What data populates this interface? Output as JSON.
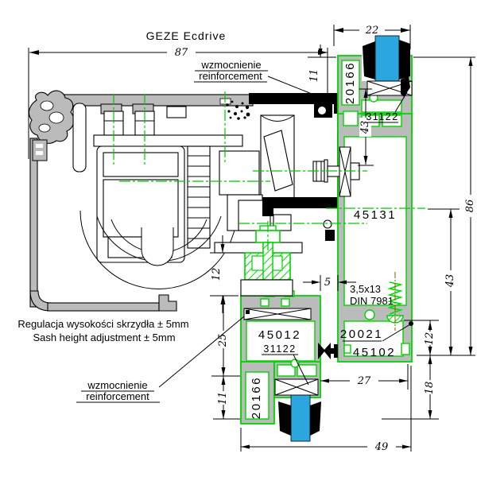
{
  "drawing": {
    "title": "GEZE Ecdrive",
    "notes": {
      "reinforcement_pl": "wzmocnienie",
      "reinforcement_en": "reinforcement",
      "adjustment_pl": "Regulacja wysokości skrzydła ± 5mm",
      "adjustment_en": "Sash height adjustment ± 5mm",
      "screw_size": "3,5x13",
      "screw_standard": "DIN 7981"
    },
    "parts": {
      "glazing_bead_top": "20166",
      "gasket_top": "31122",
      "frame_vertical": "45131",
      "clamping_profile": "20021",
      "frame_bottom": "45102",
      "sash_bottom": "45012",
      "gasket_bottom": "31122",
      "glazing_bead_bottom": "20166"
    },
    "dimensions_mm": {
      "overall_width": "87",
      "bead_width": "22",
      "bead_height_top": "11",
      "frame_upper_chamber": "43",
      "frame_height": "86",
      "frame_lower_chamber": "43",
      "clamp_height": "12",
      "frame_bottom_height": "18",
      "sash_frame_gap": "5",
      "adjustment_travel": "12",
      "sash_chamber_height": "25",
      "bead_height_bottom": "11",
      "overlap_width": "27",
      "sash_width": "49"
    },
    "colors": {
      "profile_outline": "#00D300",
      "centerline": "#00C800",
      "aluminium_fill": "#BBBBBB",
      "brush_seal": "#2BA6DE",
      "screw_centerline": "#8B5500",
      "line": "#000000"
    }
  }
}
